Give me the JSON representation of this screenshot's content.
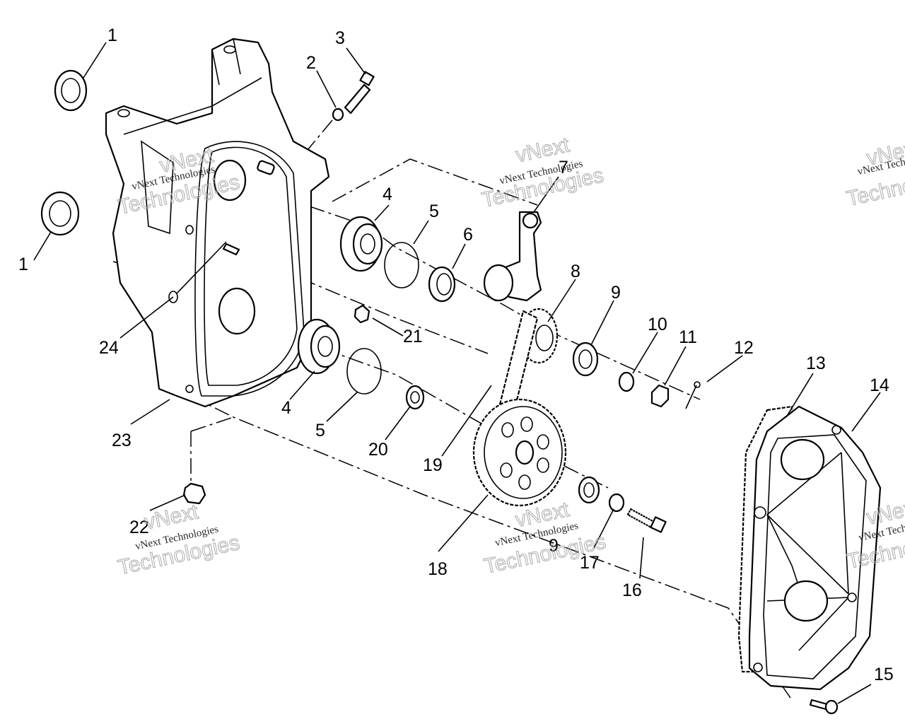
{
  "callouts": {
    "c1a": "1",
    "c1b": "1",
    "c2": "2",
    "c3": "3",
    "c4a": "4",
    "c4b": "4",
    "c5a": "5",
    "c5b": "5",
    "c6": "6",
    "c7": "7",
    "c8": "8",
    "c9a": "9",
    "c9b": "9",
    "c10": "10",
    "c11": "11",
    "c12": "12",
    "c13": "13",
    "c14": "14",
    "c15": "15",
    "c16": "16",
    "c17": "17",
    "c18": "18",
    "c19": "19",
    "c20": "20",
    "c21": "21",
    "c22": "22",
    "c23": "23",
    "c24": "24"
  },
  "watermark": {
    "company": "vNext Technologies",
    "brand_word": "vNext",
    "brand_word2": "Technologies"
  }
}
